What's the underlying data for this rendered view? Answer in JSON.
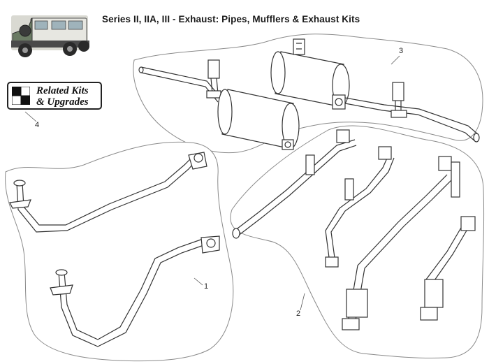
{
  "header": {
    "title": "Series II, IIA, III - Exhaust: Pipes, Mufflers & Exhaust Kits"
  },
  "related_kits": {
    "line1": "Related Kits",
    "line2": "& Upgrades"
  },
  "callouts": [
    "1",
    "2",
    "3",
    "4"
  ],
  "colors": {
    "line": "#333333",
    "group_outline": "#8a8a8a",
    "group_fill": "#ffffff",
    "vehicle_body": "#5f6f5a",
    "vehicle_dark": "#2e2e2e"
  }
}
